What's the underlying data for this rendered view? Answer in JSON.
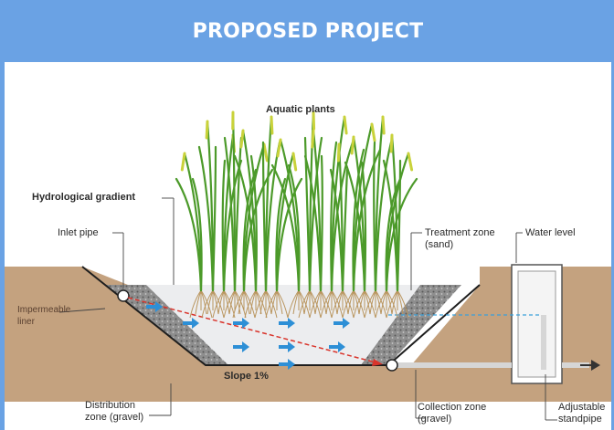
{
  "header": {
    "title": "PROPOSED PROJECT"
  },
  "labels": {
    "aquatic_plants": "Aquatic plants",
    "hydrological_gradient": "Hydrological gradient",
    "inlet_pipe": "Inlet pipe",
    "impermeable_liner": "Impermeable liner",
    "treatment_zone": "Treatment zone (sand)",
    "water_level": "Water level",
    "slope": "Slope 1%",
    "distribution_zone": "Distribution zone (gravel)",
    "collection_zone": "Collection zone (gravel)",
    "adjustable_standpipe": "Adjustable standpipe"
  },
  "colors": {
    "banner": "#6aa2e4",
    "soil": "#c4a27f",
    "gravel": "#8e8e8e",
    "sand": "#ecedef",
    "flow_arrow": "#2d8fd6",
    "gradient_line": "#d9342b",
    "plant_leaf": "#4c9a2a",
    "plant_tip": "#c9d23a",
    "root": "#b9955e"
  },
  "icons": [
    "right-arrow-icon",
    "outlet-arrow-icon"
  ]
}
